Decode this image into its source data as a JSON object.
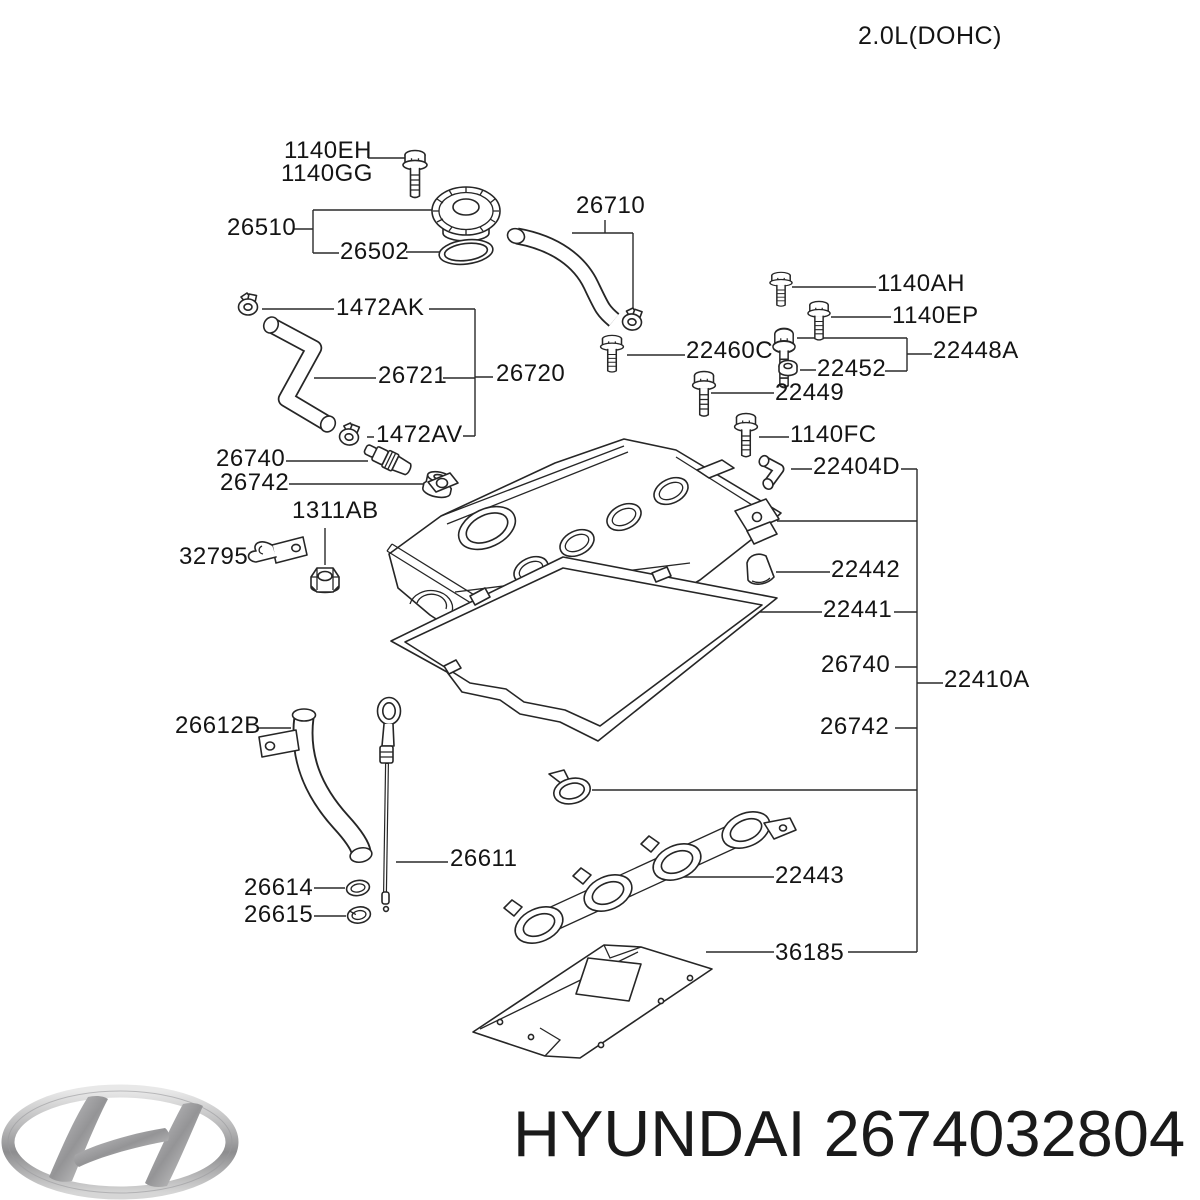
{
  "header": {
    "engine_spec": "2.0L(DOHC)"
  },
  "footer": {
    "brand": "HYUNDAI",
    "part_number": "2674032804",
    "logo": "hyundai-logo"
  },
  "colors": {
    "background": "#ffffff",
    "line_art": "#262626",
    "text": "#141414"
  },
  "diagram": {
    "description": "Exploded parts diagram of cylinder head / rocker cover",
    "labels": [
      {
        "id": "1140EH",
        "text": "1140EH"
      },
      {
        "id": "1140GG",
        "text": "1140GG"
      },
      {
        "id": "26510",
        "text": "26510"
      },
      {
        "id": "26502",
        "text": "26502"
      },
      {
        "id": "26710",
        "text": "26710"
      },
      {
        "id": "1472AK",
        "text": "1472AK"
      },
      {
        "id": "26721",
        "text": "26721"
      },
      {
        "id": "26720",
        "text": "26720"
      },
      {
        "id": "1472AV",
        "text": "1472AV"
      },
      {
        "id": "26740-left",
        "text": "26740"
      },
      {
        "id": "26742-left",
        "text": "26742"
      },
      {
        "id": "1311AB",
        "text": "1311AB"
      },
      {
        "id": "32795",
        "text": "32795"
      },
      {
        "id": "26612B",
        "text": "26612B"
      },
      {
        "id": "26611",
        "text": "26611"
      },
      {
        "id": "26614",
        "text": "26614"
      },
      {
        "id": "26615",
        "text": "26615"
      },
      {
        "id": "1140AH",
        "text": "1140AH"
      },
      {
        "id": "1140EP",
        "text": "1140EP"
      },
      {
        "id": "22460C",
        "text": "22460C"
      },
      {
        "id": "22448A",
        "text": "22448A"
      },
      {
        "id": "22452",
        "text": "22452"
      },
      {
        "id": "22449",
        "text": "22449"
      },
      {
        "id": "1140FC",
        "text": "1140FC"
      },
      {
        "id": "22404D",
        "text": "22404D"
      },
      {
        "id": "22442",
        "text": "22442"
      },
      {
        "id": "22441",
        "text": "22441"
      },
      {
        "id": "26740-right",
        "text": "26740"
      },
      {
        "id": "22410A",
        "text": "22410A"
      },
      {
        "id": "26742-right",
        "text": "26742"
      },
      {
        "id": "22443",
        "text": "22443"
      },
      {
        "id": "36185",
        "text": "36185"
      }
    ]
  }
}
